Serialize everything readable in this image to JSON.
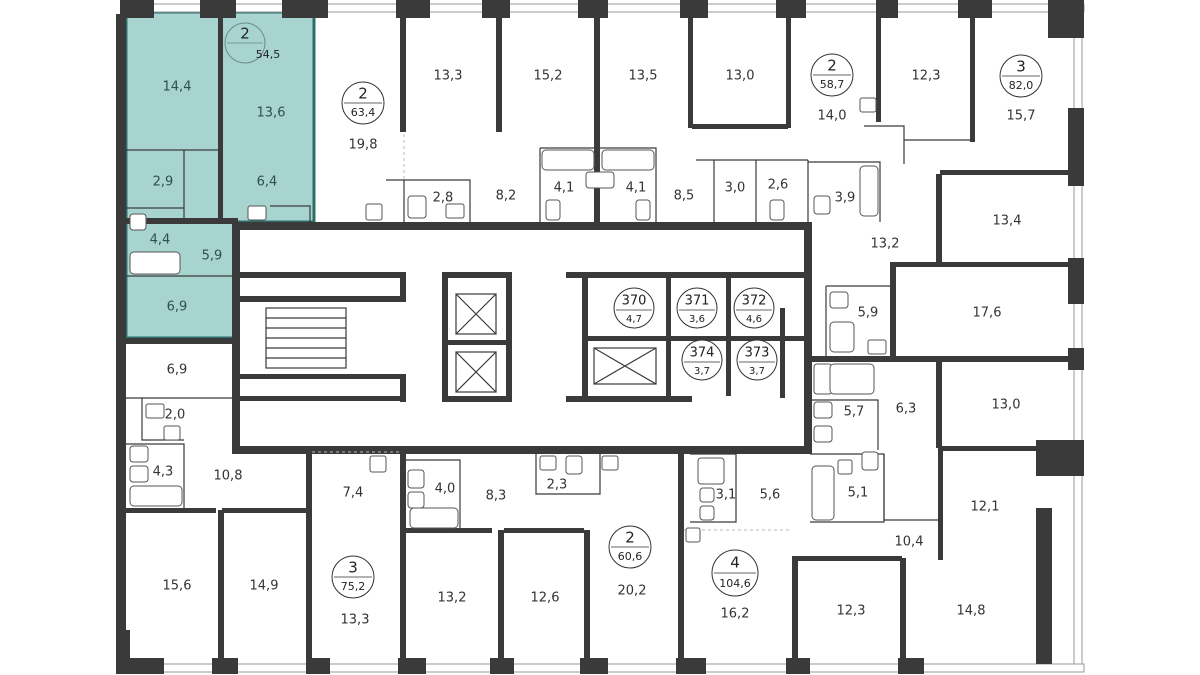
{
  "plan": {
    "highlight_color": "#a8d4d0",
    "highlight_border": "#2e6e6a",
    "wall_color": "#3a3a3a",
    "rooms": [
      {
        "id": "r1",
        "label": "14,4",
        "hl": true
      },
      {
        "id": "r2",
        "label": "13,6",
        "hl": true
      },
      {
        "id": "r3",
        "label": "2,9",
        "hl": true
      },
      {
        "id": "r4",
        "label": "6,4",
        "hl": true
      },
      {
        "id": "r5",
        "label": "4,4",
        "hl": true
      },
      {
        "id": "r6",
        "label": "5,9",
        "hl": true
      },
      {
        "id": "r7",
        "label": "6,9",
        "hl": true
      },
      {
        "id": "r8",
        "label": "19,8"
      },
      {
        "id": "r9",
        "label": "13,3"
      },
      {
        "id": "r10",
        "label": "15,2"
      },
      {
        "id": "r11",
        "label": "13,5"
      },
      {
        "id": "r12",
        "label": "13,0"
      },
      {
        "id": "r13",
        "label": "14,0"
      },
      {
        "id": "r14",
        "label": "12,3"
      },
      {
        "id": "r15",
        "label": "15,7"
      },
      {
        "id": "r16",
        "label": "2,8"
      },
      {
        "id": "r17",
        "label": "8,2"
      },
      {
        "id": "r18",
        "label": "4,1"
      },
      {
        "id": "r19",
        "label": "4,1"
      },
      {
        "id": "r20",
        "label": "8,5"
      },
      {
        "id": "r21",
        "label": "3,0"
      },
      {
        "id": "r22",
        "label": "2,6"
      },
      {
        "id": "r23",
        "label": "3,9"
      },
      {
        "id": "r24",
        "label": "13,4"
      },
      {
        "id": "r25",
        "label": "13,2"
      },
      {
        "id": "r26",
        "label": "5,9"
      },
      {
        "id": "r27",
        "label": "17,6"
      },
      {
        "id": "r28",
        "label": "6,9"
      },
      {
        "id": "r29",
        "label": "2,0"
      },
      {
        "id": "r30",
        "label": "4,3"
      },
      {
        "id": "r31",
        "label": "10,8"
      },
      {
        "id": "r32",
        "label": "5,7"
      },
      {
        "id": "r33",
        "label": "6,3"
      },
      {
        "id": "r34",
        "label": "13,0"
      },
      {
        "id": "r35",
        "label": "7,4"
      },
      {
        "id": "r36",
        "label": "4,0"
      },
      {
        "id": "r37",
        "label": "8,3"
      },
      {
        "id": "r38",
        "label": "2,3"
      },
      {
        "id": "r39",
        "label": "3,1"
      },
      {
        "id": "r40",
        "label": "5,6"
      },
      {
        "id": "r41",
        "label": "5,1"
      },
      {
        "id": "r42",
        "label": "12,1"
      },
      {
        "id": "r43",
        "label": "10,4"
      },
      {
        "id": "r44",
        "label": "15,6"
      },
      {
        "id": "r45",
        "label": "14,9"
      },
      {
        "id": "r46",
        "label": "13,3"
      },
      {
        "id": "r47",
        "label": "13,2"
      },
      {
        "id": "r48",
        "label": "12,6"
      },
      {
        "id": "r49",
        "label": "20,2"
      },
      {
        "id": "r50",
        "label": "16,2"
      },
      {
        "id": "r51",
        "label": "12,3"
      },
      {
        "id": "r52",
        "label": "14,8"
      }
    ],
    "apartments": [
      {
        "id": "a1",
        "rooms": "2",
        "area": "54,5"
      },
      {
        "id": "a2",
        "rooms": "2",
        "area": "63,4"
      },
      {
        "id": "a3",
        "rooms": "2",
        "area": "58,7"
      },
      {
        "id": "a4",
        "rooms": "3",
        "area": "82,0"
      },
      {
        "id": "a5",
        "rooms": "3",
        "area": "75,2"
      },
      {
        "id": "a6",
        "rooms": "2",
        "area": "60,6"
      },
      {
        "id": "a7",
        "rooms": "4",
        "area": "104,6"
      }
    ],
    "storage": [
      {
        "id": "s1",
        "number": "370",
        "area": "4,7"
      },
      {
        "id": "s2",
        "number": "371",
        "area": "3,6"
      },
      {
        "id": "s3",
        "number": "372",
        "area": "4,6"
      },
      {
        "id": "s4",
        "number": "374",
        "area": "3,7"
      },
      {
        "id": "s5",
        "number": "373",
        "area": "3,7"
      }
    ]
  }
}
